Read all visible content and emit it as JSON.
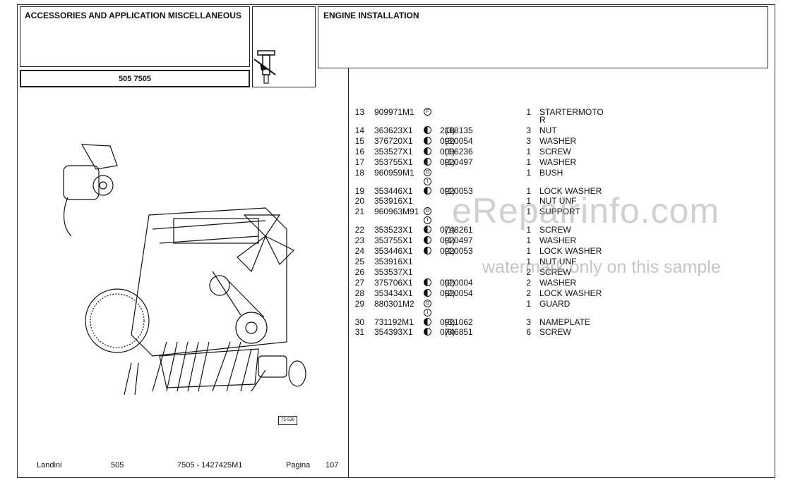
{
  "header": {
    "left_title": "ACCESSORIES AND APPLICATION MISCELLANEOUS",
    "right_title": "ENGINE INSTALLATION",
    "model": "505  7505"
  },
  "parts": [
    {
      "num": "13",
      "part": "909971M1",
      "sym": "o",
      "sym2": "",
      "alt": "",
      "alt_qty": "",
      "qty": "1",
      "desc": "STARTERMOTO",
      "desc2": "R"
    },
    {
      "num": "14",
      "part": "363623X1",
      "sym": "half",
      "sym2": "",
      "alt": "2188135",
      "alt_qty": "(3)",
      "qty": "3",
      "desc": "NUT",
      "desc2": ""
    },
    {
      "num": "15",
      "part": "376720X1",
      "sym": "half",
      "sym2": "",
      "alt": "0920054",
      "alt_qty": "(3)",
      "qty": "3",
      "desc": "WASHER",
      "desc2": ""
    },
    {
      "num": "16",
      "part": "353527X1",
      "sym": "half",
      "sym2": "",
      "alt": "0096236",
      "alt_qty": "(1)",
      "qty": "1",
      "desc": "SCREW",
      "desc2": ""
    },
    {
      "num": "17",
      "part": "353755X1",
      "sym": "half",
      "sym2": "",
      "alt": "0920497",
      "alt_qty": "(1)",
      "qty": "1",
      "desc": "WASHER",
      "desc2": ""
    },
    {
      "num": "18",
      "part": "960959M1",
      "sym": "o",
      "sym2": "o",
      "alt": "",
      "alt_qty": "",
      "qty": "1",
      "desc": "BUSH",
      "desc2": ""
    },
    {
      "num": "19",
      "part": "353446X1",
      "sym": "half",
      "sym2": "",
      "alt": "0920053",
      "alt_qty": "(1)",
      "qty": "1",
      "desc": "LOCK WASHER",
      "desc2": ""
    },
    {
      "num": "20",
      "part": "353916X1",
      "sym": "",
      "sym2": "",
      "alt": "",
      "alt_qty": "",
      "qty": "1",
      "desc": "NUT UNF",
      "desc2": ""
    },
    {
      "num": "21",
      "part": "960963M91",
      "sym": "o",
      "sym2": "o",
      "alt": "",
      "alt_qty": "",
      "qty": "1",
      "desc": "SUPPORT",
      "desc2": ""
    },
    {
      "num": "22",
      "part": "353523X1",
      "sym": "half",
      "sym2": "",
      "alt": "0748261",
      "alt_qty": "(1)",
      "qty": "1",
      "desc": "SCREW",
      "desc2": ""
    },
    {
      "num": "23",
      "part": "353755X1",
      "sym": "half",
      "sym2": "",
      "alt": "0920497",
      "alt_qty": "(1)",
      "qty": "1",
      "desc": "WASHER",
      "desc2": ""
    },
    {
      "num": "24",
      "part": "353446X1",
      "sym": "half",
      "sym2": "",
      "alt": "0920053",
      "alt_qty": "(1)",
      "qty": "1",
      "desc": "LOCK WASHER",
      "desc2": ""
    },
    {
      "num": "25",
      "part": "353916X1",
      "sym": "",
      "sym2": "",
      "alt": "",
      "alt_qty": "",
      "qty": "1",
      "desc": "NUT UNF",
      "desc2": ""
    },
    {
      "num": "26",
      "part": "353537X1",
      "sym": "",
      "sym2": "",
      "alt": "",
      "alt_qty": "",
      "qty": "2",
      "desc": "SCREW",
      "desc2": ""
    },
    {
      "num": "27",
      "part": "375706X1",
      "sym": "half",
      "sym2": "",
      "alt": "0920004",
      "alt_qty": "(2)",
      "qty": "2",
      "desc": "WASHER",
      "desc2": ""
    },
    {
      "num": "28",
      "part": "353434X1",
      "sym": "half",
      "sym2": "",
      "alt": "0920054",
      "alt_qty": "(2)",
      "qty": "2",
      "desc": "LOCK WASHER",
      "desc2": ""
    },
    {
      "num": "29",
      "part": "880301M2",
      "sym": "o",
      "sym2": "o",
      "alt": "",
      "alt_qty": "",
      "qty": "1",
      "desc": "GUARD",
      "desc2": ""
    },
    {
      "num": "30",
      "part": "731192M1",
      "sym": "half",
      "sym2": "",
      "alt": "0921062",
      "alt_qty": "(3)",
      "qty": "3",
      "desc": "NAMEPLATE",
      "desc2": ""
    },
    {
      "num": "31",
      "part": "354393X1",
      "sym": "half",
      "sym2": "",
      "alt": "0746851",
      "alt_qty": "(6)",
      "qty": "6",
      "desc": "SCREW",
      "desc2": ""
    }
  ],
  "watermark": {
    "main": "eRepairinfo.com",
    "sub": "watermark only on this sample"
  },
  "figure_number": "75-536",
  "footer": {
    "brand": "Landini",
    "model": "505",
    "code": "7505 - 1427425M1",
    "page_label": "Pagina",
    "page_number": "107"
  }
}
